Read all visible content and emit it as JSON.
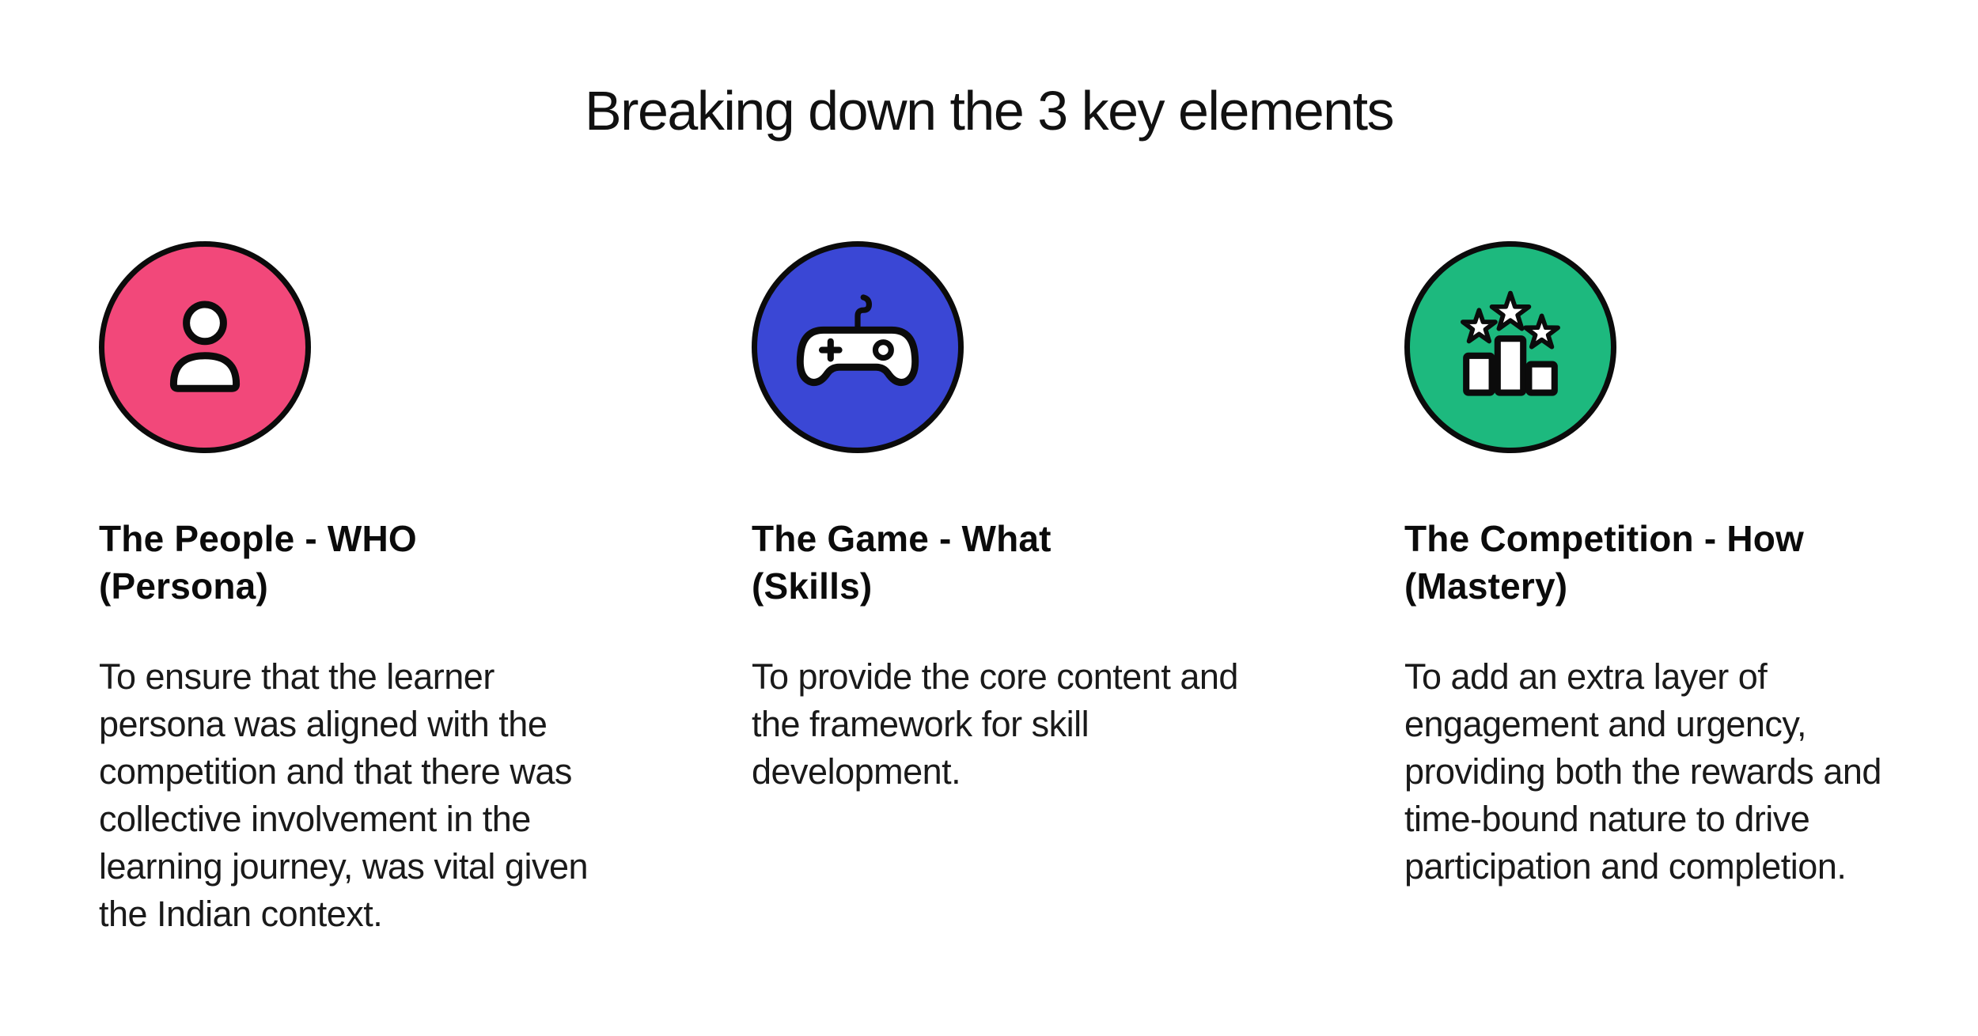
{
  "title": "Breaking down the 3 key elements",
  "columns": [
    {
      "icon": "person-icon",
      "color": "#F2487A",
      "heading": "The People - WHO\n(Persona)",
      "body": "To ensure that the learner persona was aligned with the competition and that there was collective involvement in the learning journey, was vital given the Indian context."
    },
    {
      "icon": "gamepad-icon",
      "color": "#3A47D5",
      "heading": "The Game - What\n(Skills)",
      "body": "To provide the core content and the framework for skill development."
    },
    {
      "icon": "podium-stars-icon",
      "color": "#1DB97E",
      "heading": "The Competition - How\n(Mastery)",
      "body": "To add an extra layer of engagement and urgency, providing both the rewards and time-bound nature to drive participation and completion."
    }
  ]
}
